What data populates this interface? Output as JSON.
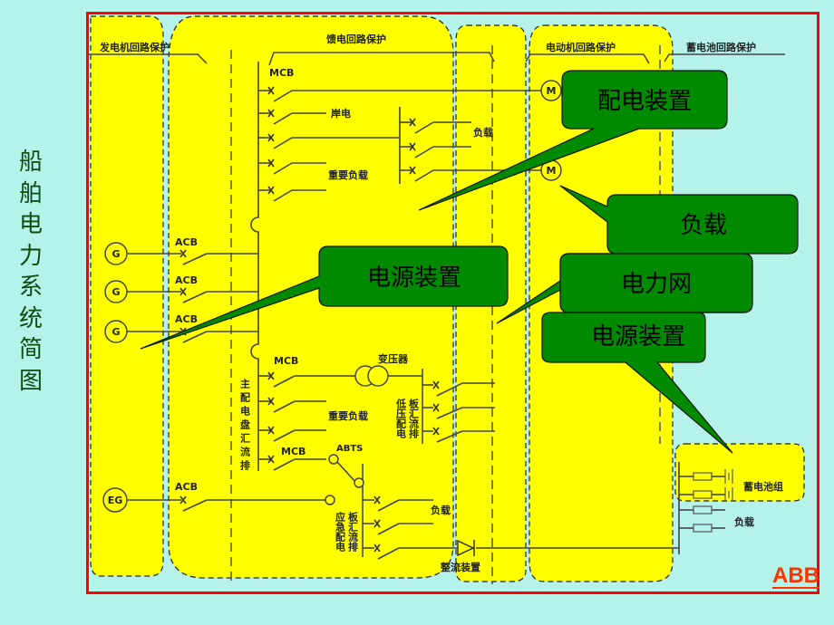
{
  "title": "船舶电力系统简图",
  "title_chars": [
    "船",
    "舶",
    "电",
    "力",
    "系",
    "统",
    "简",
    "图"
  ],
  "sections": {
    "generator_protection": "发电机回路保护",
    "feeder_protection": "馈电回路保护",
    "motor_protection": "电动机回路保护",
    "battery_protection": "蓄电池回路保护"
  },
  "components": {
    "mcb": "MCB",
    "acb": "ACB",
    "generator": "G",
    "emergency_generator": "EG",
    "motor": "M",
    "shore_power": "岸电",
    "load": "负载",
    "important_load": "重要负载",
    "transformer": "变压器",
    "abts": "ABTS",
    "main_switchboard_bus": "主配电盘汇流排",
    "lv_bus": [
      "低压配电",
      "板汇流排"
    ],
    "emergency_bus": [
      "应急配电",
      "板汇流排"
    ],
    "rectifier": "整流装置",
    "battery_bank": "蓄电池组"
  },
  "callouts": {
    "distribution": "配电装置",
    "load": "负载",
    "power_source_1": "电源装置",
    "power_grid": "电力网",
    "power_source_2": "电源装置"
  },
  "logo": "ABB",
  "colors": {
    "background": "#b4f2ea",
    "panel": "#ffff00",
    "callout": "#008a00",
    "frame": "#ff0000",
    "logo": "#ff3300"
  }
}
